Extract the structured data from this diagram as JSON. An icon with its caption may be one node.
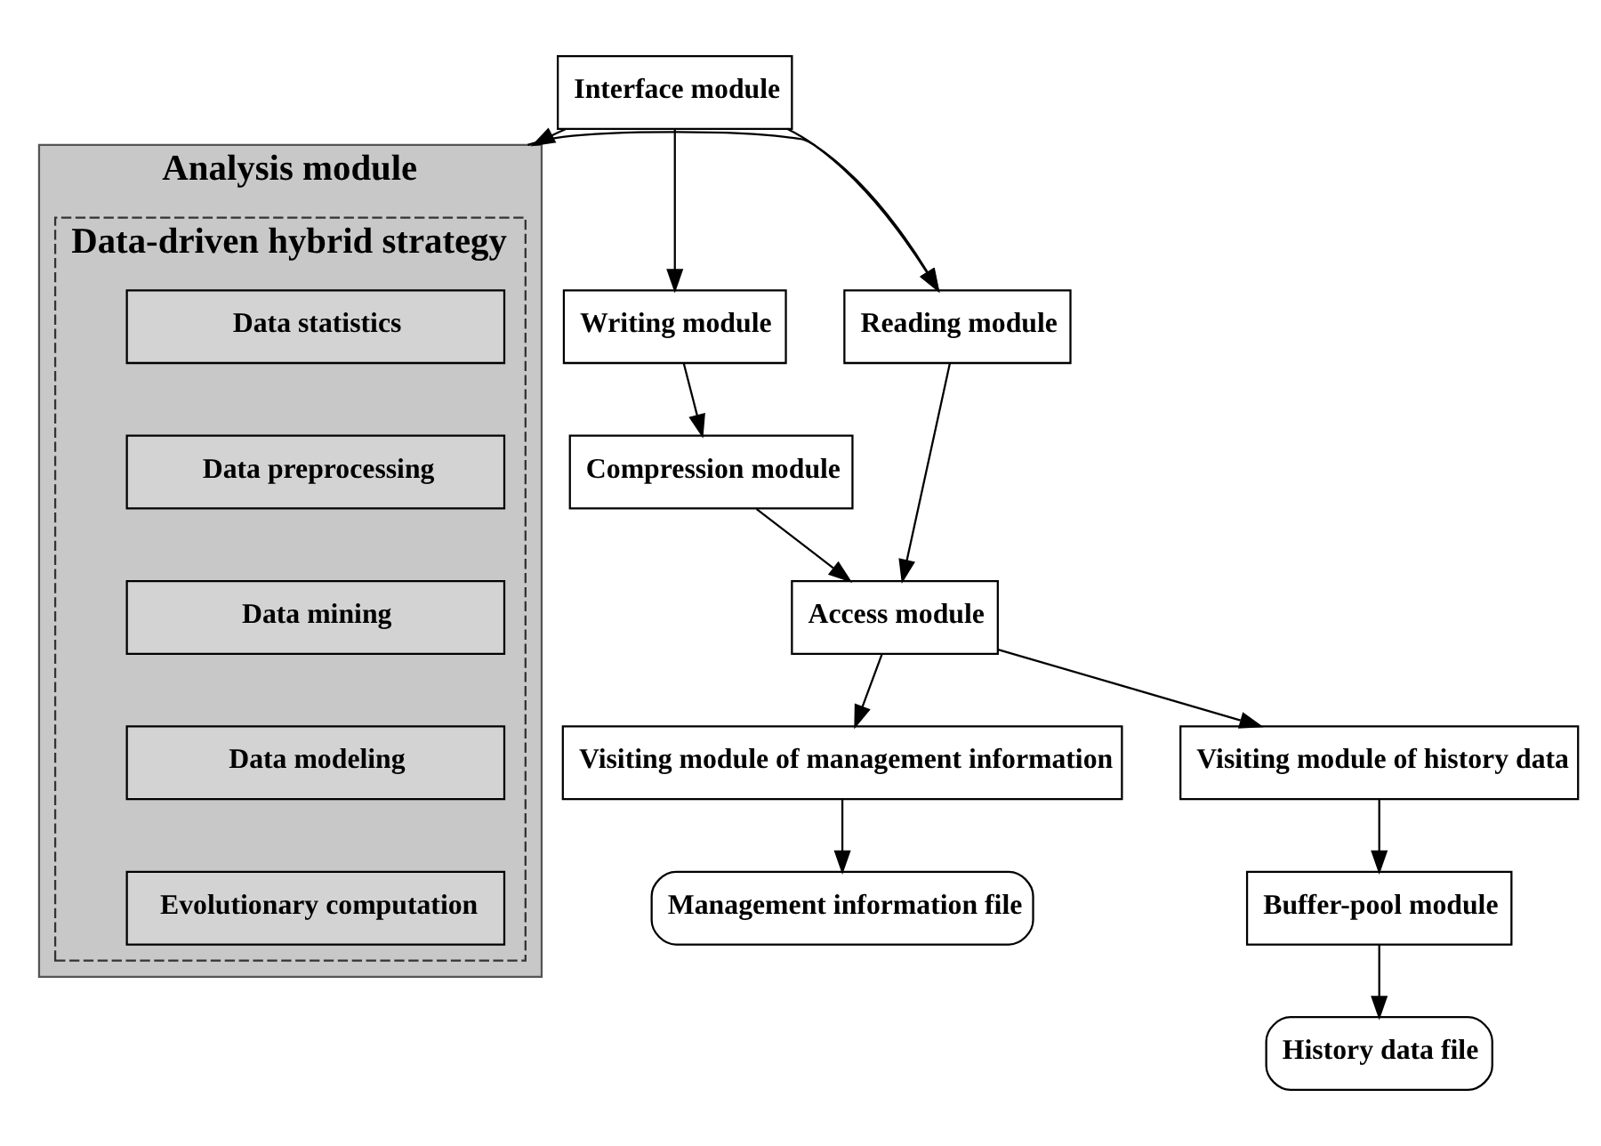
{
  "diagram": {
    "nodes": [
      {
        "text": [
          "Interface module"
        ]
      },
      {
        "text": [
          "Writing module"
        ]
      },
      {
        "text": [
          "Reading module"
        ]
      },
      {
        "text": [
          "Analysis module"
        ]
      },
      {
        "text": [
          "Data-driven hybrid strategy"
        ],
        "in": 3
      },
      {
        "text": [
          "Data statistics"
        ],
        "in": 4
      },
      {
        "text": [
          "Data preprocessing"
        ],
        "in": 4
      },
      {
        "text": [
          "Data mining"
        ],
        "in": 4
      },
      {
        "text": [
          "Data modeling"
        ],
        "in": 4
      },
      {
        "text": [
          "Evolutionary computation"
        ],
        "in": 4
      },
      {
        "text": [
          "Compression module"
        ]
      },
      {
        "text": [
          "Access module"
        ]
      },
      {
        "text": [
          "Visiting module of management information"
        ]
      },
      {
        "text": [
          "Visiting module of history data"
        ]
      },
      {
        "text": [
          "Buffer-pool module"
        ]
      },
      {
        "text": [
          "Management information file"
        ]
      },
      {
        "text": [
          "History data file"
        ]
      }
    ],
    "edges": [
      {
        "from": 0,
        "to": 1,
        "arrow": "to"
      },
      {
        "from": 0,
        "to": 2,
        "arrow": "to"
      },
      {
        "from": 0,
        "to": 3,
        "arrow": "to"
      },
      {
        "from": 3,
        "to": 2,
        "arrow": "to"
      },
      {
        "from": 1,
        "to": 10,
        "arrow": "to"
      },
      {
        "from": 10,
        "to": 11,
        "arrow": "to"
      },
      {
        "from": 2,
        "to": 11,
        "arrow": "to"
      },
      {
        "from": 11,
        "to": 12,
        "arrow": "to"
      },
      {
        "from": 11,
        "to": 13,
        "arrow": "to"
      },
      {
        "from": 13,
        "to": 14,
        "arrow": "to"
      },
      {
        "from": 12,
        "to": 15,
        "arrow": "to"
      },
      {
        "from": 14,
        "to": 16,
        "arrow": "to"
      }
    ]
  }
}
